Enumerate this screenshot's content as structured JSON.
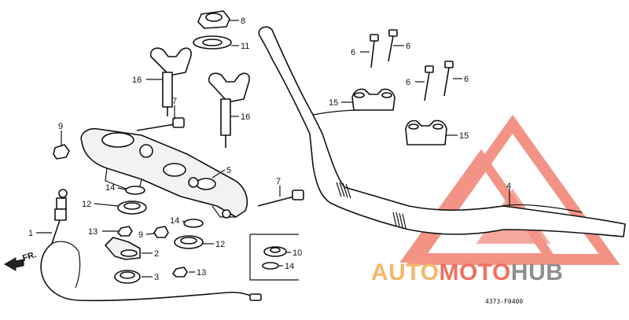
{
  "callouts": {
    "c1": "1",
    "c2": "2",
    "c3": "3",
    "c4": "4",
    "c5": "5",
    "c6a": "6",
    "c6b": "6",
    "c6c": "6",
    "c6d": "6",
    "c7a": "7",
    "c7b": "7",
    "c8": "8",
    "c9a": "9",
    "c9b": "9",
    "c10": "10",
    "c11": "11",
    "c12a": "12",
    "c12b": "12",
    "c13a": "13",
    "c13b": "13",
    "c14a": "14",
    "c14b": "14",
    "c14c": "14",
    "c15a": "15",
    "c15b": "15",
    "c16a": "16",
    "c16b": "16"
  },
  "direction_label": "FR.",
  "drawing_code": "4373-F0400",
  "watermark": {
    "auto": "AUTO",
    "moto": "MOTO",
    "hub": "HUB",
    "color_orange": "#f5b76a",
    "color_red": "#ef6f5e",
    "color_gray": "#8f8f8f"
  }
}
